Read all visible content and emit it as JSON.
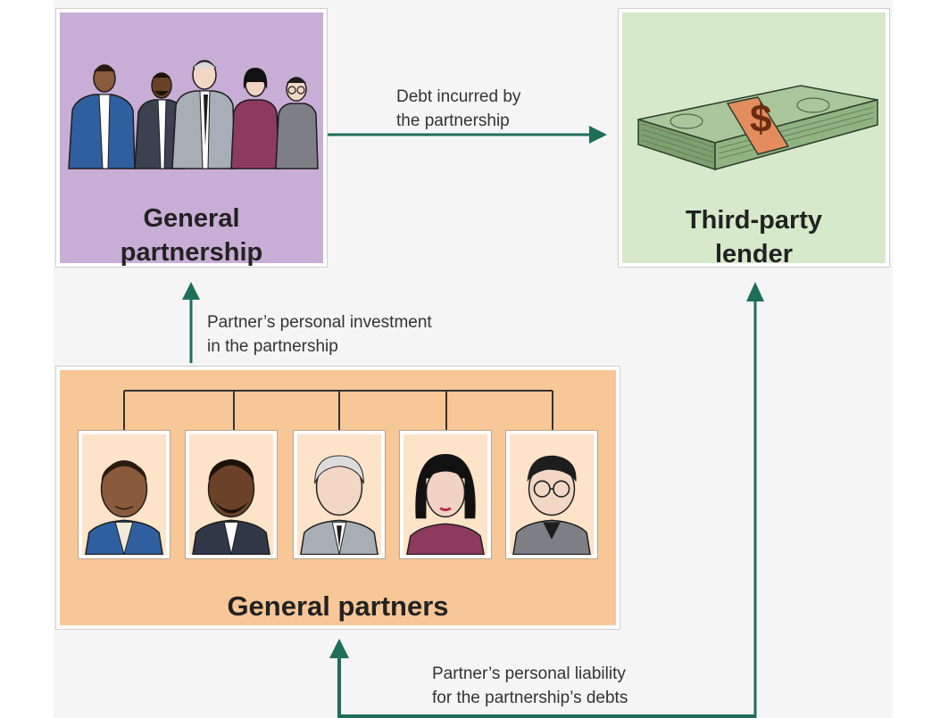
{
  "partnership_box": {
    "title": "General\npartnership",
    "fill_color": "#c8aed6",
    "illustration_icon": "group-of-five-business-people"
  },
  "lender_box": {
    "title": "Third-party\nlender",
    "fill_color": "#d6eacb",
    "illustration_icon": "banded-stack-of-dollar-bills"
  },
  "partners_box": {
    "title": "General partners",
    "fill_color": "#f8c797",
    "portraits": [
      {
        "icon": "partner-portrait-1"
      },
      {
        "icon": "partner-portrait-2"
      },
      {
        "icon": "partner-portrait-3"
      },
      {
        "icon": "partner-portrait-4"
      },
      {
        "icon": "partner-portrait-5"
      }
    ]
  },
  "arrows": {
    "color": "#1f6e5a",
    "debt": "Debt incurred by\nthe partnership",
    "investment": "Partner’s personal investment\nin the partnership",
    "liability": "Partner’s personal liability\nfor the partnership’s debts"
  }
}
